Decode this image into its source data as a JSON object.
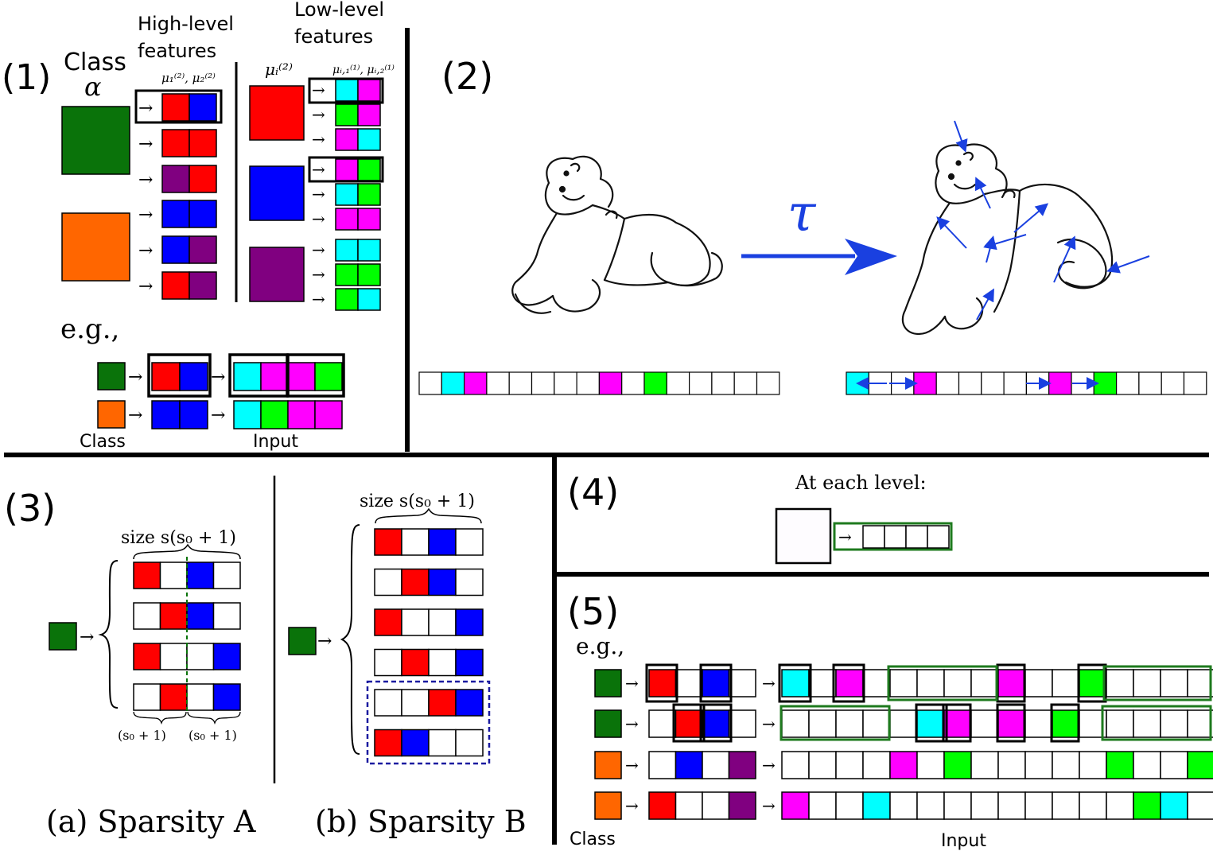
{
  "panel1": {
    "label": "(1)",
    "class_header": "Class",
    "alpha": "α",
    "high_header_1": "High-level",
    "high_header_2": "features",
    "low_header_1": "Low-level",
    "low_header_2": "features",
    "mu_high": "μ₁⁽²⁾, μ₂⁽²⁾",
    "mu_i": "μᵢ⁽²⁾",
    "mu_low": "μᵢ,₁⁽¹⁾, μᵢ,₂⁽¹⁾",
    "eg": "e.g.,",
    "class_label": "Class",
    "input_label": "Input",
    "classes": [
      {
        "color": "#0a730a",
        "rules": [
          [
            "#ff0000",
            "#0000ff"
          ],
          [
            "#ff0000",
            "#ff0000"
          ],
          [
            "#800080",
            "#ff0000"
          ]
        ]
      },
      {
        "color": "#ff6600",
        "rules": [
          [
            "#0000ff",
            "#0000ff"
          ],
          [
            "#0000ff",
            "#800080"
          ],
          [
            "#ff0000",
            "#800080"
          ]
        ]
      }
    ],
    "low_features": [
      {
        "color": "#ff0000",
        "rules": [
          [
            "#00ffff",
            "#ff00ff"
          ],
          [
            "#00ff00",
            "#ff00ff"
          ],
          [
            "#ff00ff",
            "#00ffff"
          ]
        ]
      },
      {
        "color": "#0000ff",
        "rules": [
          [
            "#ff00ff",
            "#00ff00"
          ],
          [
            "#00ffff",
            "#00ff00"
          ],
          [
            "#ff00ff",
            "#ff00ff"
          ]
        ]
      },
      {
        "color": "#800080",
        "rules": [
          [
            "#00ffff",
            "#00ffff"
          ],
          [
            "#00ff00",
            "#00ff00"
          ],
          [
            "#00ff00",
            "#00ffff"
          ]
        ]
      }
    ],
    "examples": [
      {
        "class": "#0a730a",
        "high": [
          "#ff0000",
          "#0000ff"
        ],
        "input": [
          "#00ffff",
          "#ff00ff",
          "#ff00ff",
          "#00ff00"
        ]
      },
      {
        "class": "#ff6600",
        "high": [
          "#0000ff",
          "#0000ff"
        ],
        "input": [
          "#00ffff",
          "#00ff00",
          "#ff00ff",
          "#ff00ff"
        ]
      }
    ]
  },
  "panel2": {
    "label": "(2)",
    "tau": "τ",
    "strip_before": [
      "",
      "#00ffff",
      "#ff00ff",
      "",
      "",
      "",
      "",
      "",
      "#ff00ff",
      "",
      "#00ff00",
      "",
      "",
      "",
      "",
      ""
    ],
    "strip_after": [
      "#00ffff",
      "",
      "",
      "#ff00ff",
      "",
      "",
      "",
      "",
      "",
      "#ff00ff",
      "",
      "#00ff00",
      "",
      "",
      "",
      ""
    ]
  },
  "panel3": {
    "label": "(3)",
    "size_label": "size s(s₀ + 1)",
    "bottom_brace": "(s₀ + 1)",
    "caption_a": "(a) Sparsity A",
    "caption_b": "(b) Sparsity B",
    "rows_a": [
      [
        "#ff0000",
        "",
        "#0000ff",
        ""
      ],
      [
        "",
        "#ff0000",
        "#0000ff",
        ""
      ],
      [
        "#ff0000",
        "",
        "",
        "#0000ff"
      ],
      [
        "",
        "#ff0000",
        "",
        "#0000ff"
      ]
    ],
    "rows_b": [
      [
        "#ff0000",
        "",
        "#0000ff",
        ""
      ],
      [
        "",
        "#ff0000",
        "#0000ff",
        ""
      ],
      [
        "#ff0000",
        "",
        "",
        "#0000ff"
      ],
      [
        "",
        "#ff0000",
        "",
        "#0000ff"
      ],
      [
        "",
        "",
        "#ff0000",
        "#0000ff"
      ],
      [
        "#ff0000",
        "#0000ff",
        "",
        ""
      ]
    ]
  },
  "panel4": {
    "label": "(4)",
    "text": "At each level:"
  },
  "panel5": {
    "label": "(5)",
    "eg": "e.g.,",
    "class_label": "Class",
    "input_label": "Input",
    "rows": [
      {
        "class": "#0a730a",
        "high": [
          "#ff0000",
          "",
          "#0000ff",
          ""
        ],
        "input": [
          "#00ffff",
          "",
          "#ff00ff",
          "",
          "",
          "",
          "",
          "",
          "#ff00ff",
          "",
          "",
          "#00ff00",
          "",
          "",
          "",
          "",
          ""
        ]
      },
      {
        "class": "#0a730a",
        "high": [
          "",
          "#ff0000",
          "#0000ff",
          ""
        ],
        "input": [
          "",
          "",
          "",
          "",
          "",
          "#00ffff",
          "#ff00ff",
          "",
          "#ff00ff",
          "",
          "#00ff00",
          "",
          "",
          "",
          "",
          "",
          ""
        ]
      },
      {
        "class": "#ff6600",
        "high": [
          "",
          "#0000ff",
          "",
          "#800080"
        ],
        "input": [
          "",
          "",
          "",
          "",
          "#ff00ff",
          "",
          "#00ff00",
          "",
          "",
          "",
          "",
          "",
          "#00ff00",
          "",
          "",
          "#00ff00",
          ""
        ]
      },
      {
        "class": "#ff6600",
        "high": [
          "#ff0000",
          "",
          "",
          "#800080"
        ],
        "input": [
          "#ff00ff",
          "",
          "",
          "#00ffff",
          "",
          "",
          "",
          "",
          "",
          "",
          "",
          "",
          "",
          "#00ff00",
          "#00ffff",
          "",
          ""
        ]
      }
    ]
  }
}
